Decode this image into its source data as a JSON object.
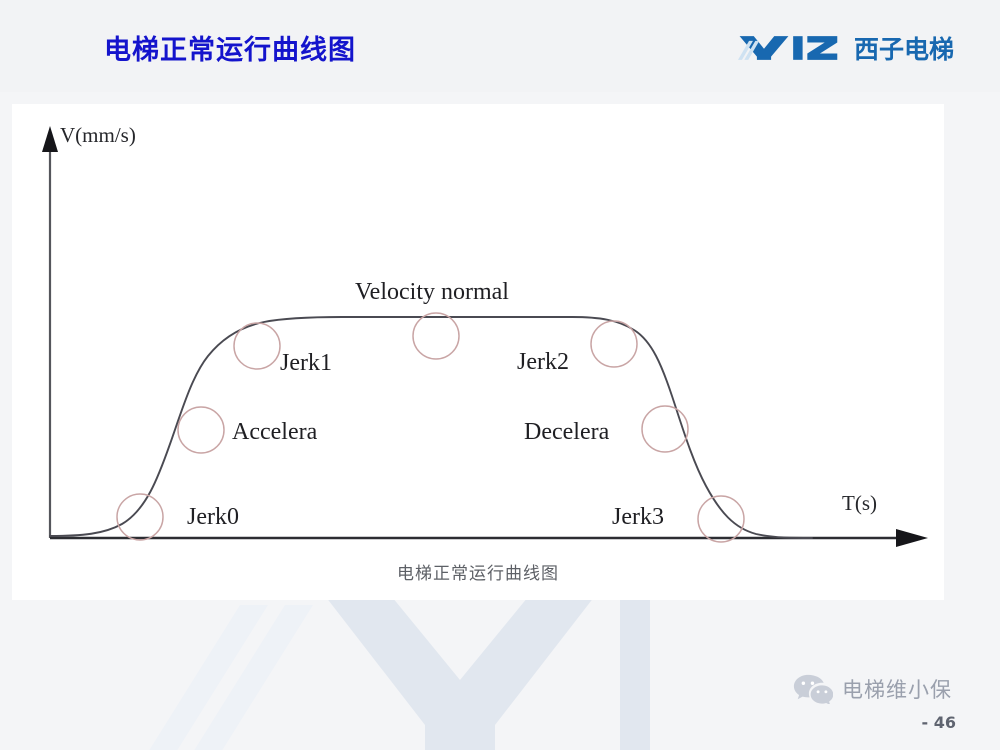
{
  "slide": {
    "background_color": "#f4f5f7",
    "page_number": "- 46"
  },
  "header": {
    "title": "电梯正常运行曲线图",
    "title_color": "#1414cc",
    "background_color": "#f2f3f5",
    "brand": {
      "latin": "XIZI",
      "chinese": "西子电梯",
      "color": "#1868b0"
    }
  },
  "chart_panel": {
    "background_color": "#ffffff",
    "caption": "电梯正常运行曲线图"
  },
  "footer": {
    "wechat_icon": "wechat-icon",
    "account_name": "电梯维小保"
  },
  "watermark": {
    "text": "XI",
    "color": "#e3e8ef"
  },
  "chart_data": {
    "type": "line",
    "title": "电梯正常运行曲线图",
    "subtitle": "",
    "xlabel": "T(s)",
    "ylabel": "V(mm/s)",
    "xlim": [
      0,
      100
    ],
    "ylim": [
      0,
      100
    ],
    "grid": false,
    "legend": "none",
    "axis_arrows": true,
    "series": [
      {
        "name": "Velocity profile",
        "color": "#4a4a52",
        "x": [
          2,
          6,
          10,
          14,
          18,
          22,
          26,
          30,
          34,
          38,
          42,
          46,
          50,
          54,
          58,
          62,
          66,
          70,
          74,
          78,
          82,
          86,
          90
        ],
        "y": [
          0,
          0.5,
          2,
          6,
          14,
          26,
          42,
          58,
          72,
          83,
          90,
          93,
          93,
          93,
          92,
          88,
          80,
          68,
          52,
          34,
          18,
          7,
          1
        ]
      }
    ],
    "annotations": [
      {
        "label": "Jerk0",
        "marker": "circle",
        "phase": "jerk-start-accel",
        "x": 14,
        "y": 6
      },
      {
        "label": "Accelera",
        "marker": "circle",
        "phase": "acceleration",
        "x": 28,
        "y": 48
      },
      {
        "label": "Jerk1",
        "marker": "circle",
        "phase": "jerk-end-accel",
        "x": 38,
        "y": 84
      },
      {
        "label": "Velocity normal",
        "marker": "circle",
        "phase": "constant-velocity",
        "x": 52,
        "y": 93
      },
      {
        "label": "Jerk2",
        "marker": "circle",
        "phase": "jerk-start-decel",
        "x": 67,
        "y": 83
      },
      {
        "label": "Decelera",
        "marker": "circle",
        "phase": "deceleration",
        "x": 76,
        "y": 46
      },
      {
        "label": "Jerk3",
        "marker": "circle",
        "phase": "jerk-end-decel",
        "x": 86,
        "y": 6
      }
    ],
    "marker_style": {
      "shape": "circle",
      "fill": "none",
      "stroke": "#c9a5a5",
      "radius_px": 23
    }
  }
}
